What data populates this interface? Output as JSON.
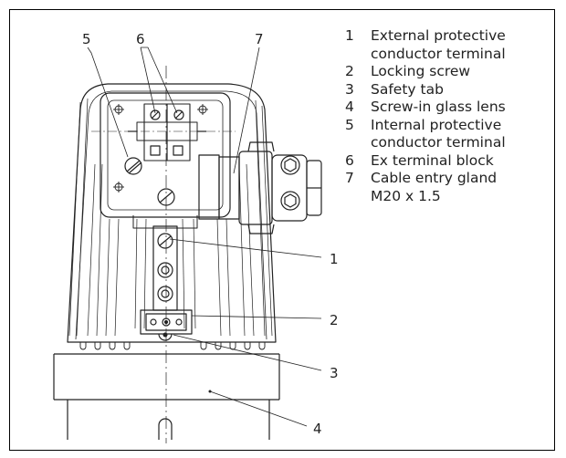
{
  "callouts": {
    "c1": "1",
    "c2": "2",
    "c3": "3",
    "c4": "4",
    "c5": "5",
    "c6": "6",
    "c7": "7"
  },
  "legend": [
    {
      "num": "1",
      "line1": "External protective",
      "line2": "conductor terminal"
    },
    {
      "num": "2",
      "line1": "Locking screw",
      "line2": ""
    },
    {
      "num": "3",
      "line1": "Safety tab",
      "line2": ""
    },
    {
      "num": "4",
      "line1": "Screw-in glass lens",
      "line2": ""
    },
    {
      "num": "5",
      "line1": "Internal protective",
      "line2": "conductor terminal"
    },
    {
      "num": "6",
      "line1": "Ex terminal block",
      "line2": ""
    },
    {
      "num": "7",
      "line1": "Cable entry gland",
      "line2": "M20 x 1.5"
    }
  ]
}
